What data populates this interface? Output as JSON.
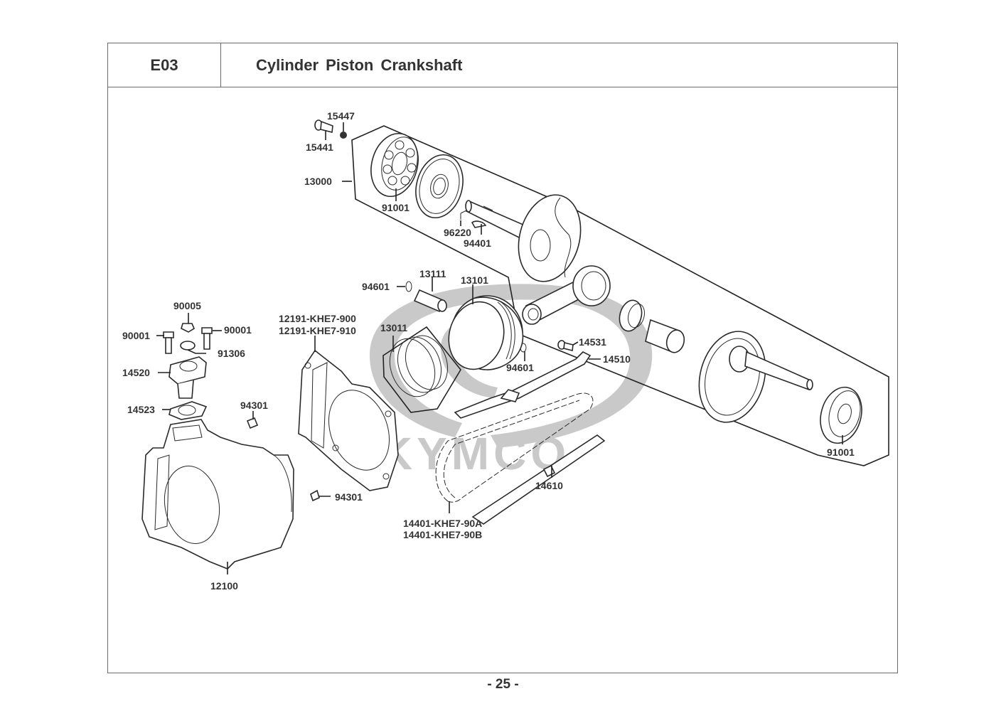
{
  "header": {
    "section_code": "E03",
    "title": "Cylinder  Piston  Crankshaft"
  },
  "watermark": {
    "brand": "KYMCO"
  },
  "callouts": {
    "c15447": "15447",
    "c15441": "15441",
    "c13000": "13000",
    "c91001_left": "91001",
    "c96220": "96220",
    "c94401": "94401",
    "c94601_left": "94601",
    "c13111": "13111",
    "c13101": "13101",
    "c90005": "90005",
    "c90001_left": "90001",
    "c90001_right": "90001",
    "c91306": "91306",
    "c12191_a": "12191-KHE7-900",
    "c12191_b": "12191-KHE7-910",
    "c13011": "13011",
    "c94601_right": "94601",
    "c14531": "14531",
    "c14510": "14510",
    "c14520": "14520",
    "c14523": "14523",
    "c94301_top": "94301",
    "c94301_bottom": "94301",
    "c14610": "14610",
    "c14401_a": "14401-KHE7-90A",
    "c14401_b": "14401-KHE7-90B",
    "c12100": "12100",
    "c91001_right": "91001"
  },
  "footer": {
    "page_label": "- 25 -"
  }
}
